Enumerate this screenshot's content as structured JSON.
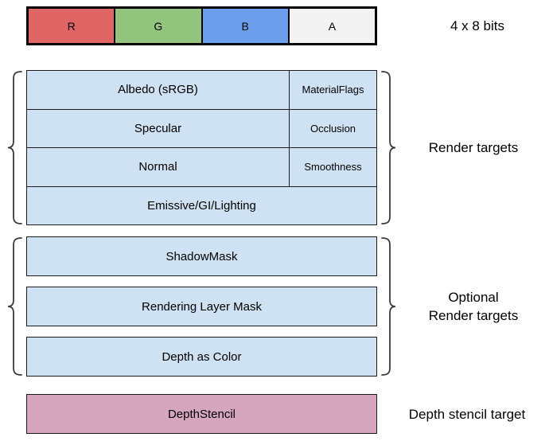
{
  "pixel_format": {
    "channels": [
      {
        "label": "R",
        "color": "#E06666"
      },
      {
        "label": "G",
        "color": "#93C47D"
      },
      {
        "label": "B",
        "color": "#6D9EEB"
      },
      {
        "label": "A",
        "color": "#F3F3F3"
      }
    ],
    "bits_label": "4 x 8 bits"
  },
  "render_targets": {
    "group_label": "Render targets",
    "fill_color": "#CFE2F3",
    "rows": [
      {
        "main": "Albedo (sRGB)",
        "alpha": "MaterialFlags"
      },
      {
        "main": "Specular",
        "alpha": "Occlusion"
      },
      {
        "main": "Normal",
        "alpha": "Smoothness"
      },
      {
        "main": "Emissive/GI/Lighting"
      }
    ]
  },
  "optional_render_targets": {
    "group_label_line1": "Optional",
    "group_label_line2": "Render targets",
    "fill_color": "#CFE2F3",
    "boxes": [
      {
        "label": "ShadowMask"
      },
      {
        "label": "Rendering Layer Mask"
      },
      {
        "label": "Depth as Color"
      }
    ]
  },
  "depth_stencil": {
    "box_label": "DepthStencil",
    "side_label": "Depth stencil target",
    "fill_color": "#D5A6BD"
  }
}
